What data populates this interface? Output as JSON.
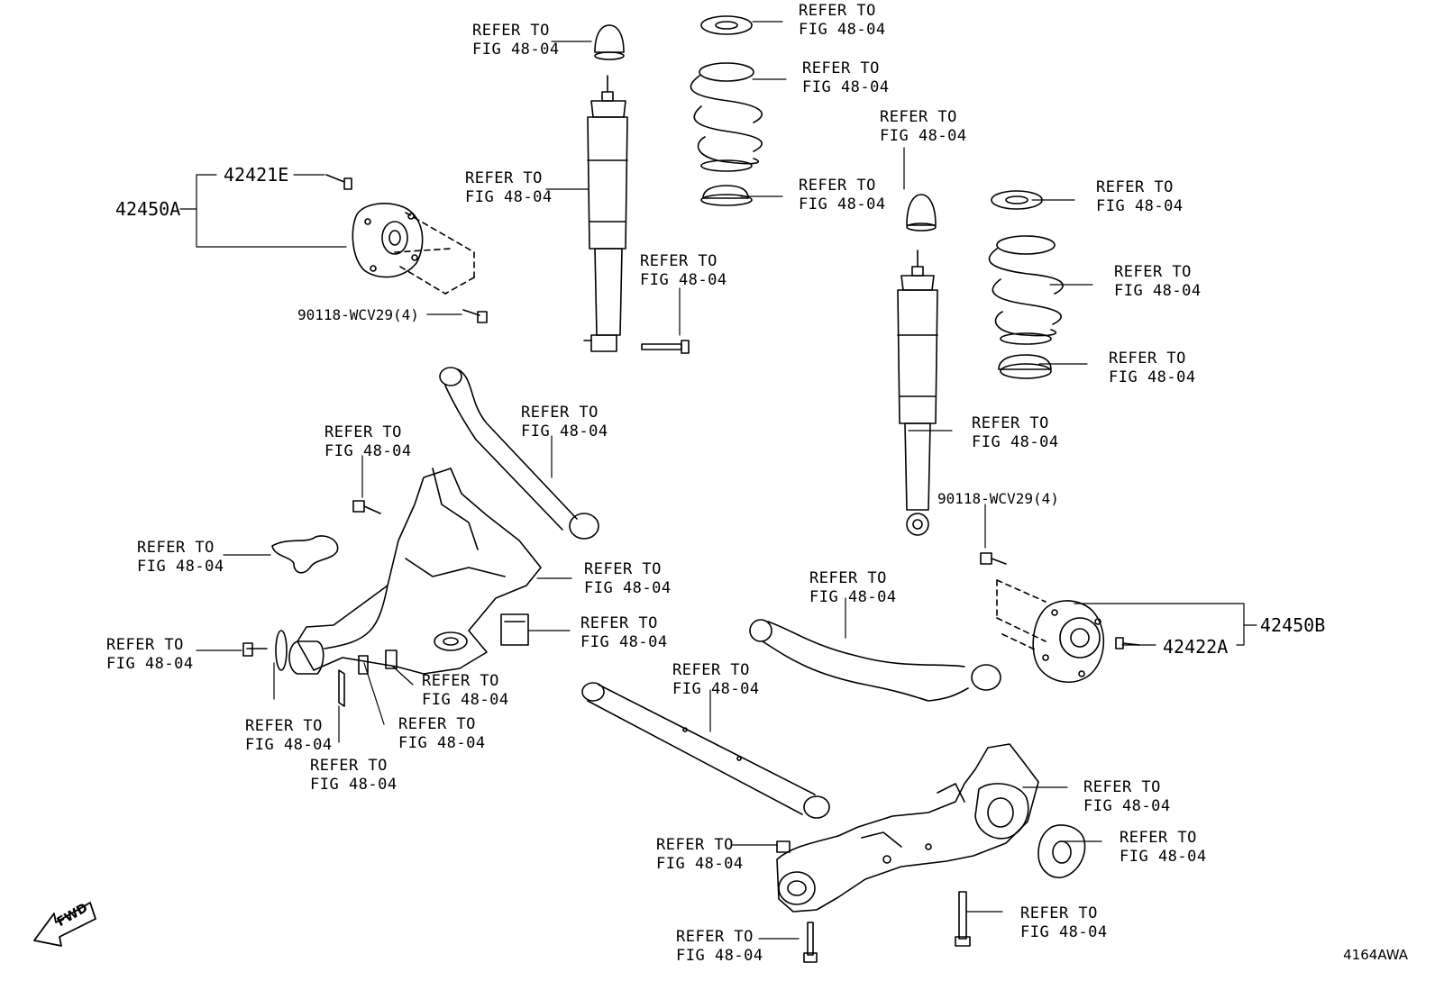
{
  "refer": {
    "line1": "REFER TO",
    "line2": "FIG 48-04"
  },
  "parts": {
    "p42421E": "42421E",
    "p42450A": "42450A",
    "p42450B": "42450B",
    "p42422A": "42422A",
    "p90118_top": "90118-WCV29(4)",
    "p90118_right": "90118-WCV29(4)"
  },
  "fwd_label": "FWD",
  "diagram_code": "4164AWA"
}
